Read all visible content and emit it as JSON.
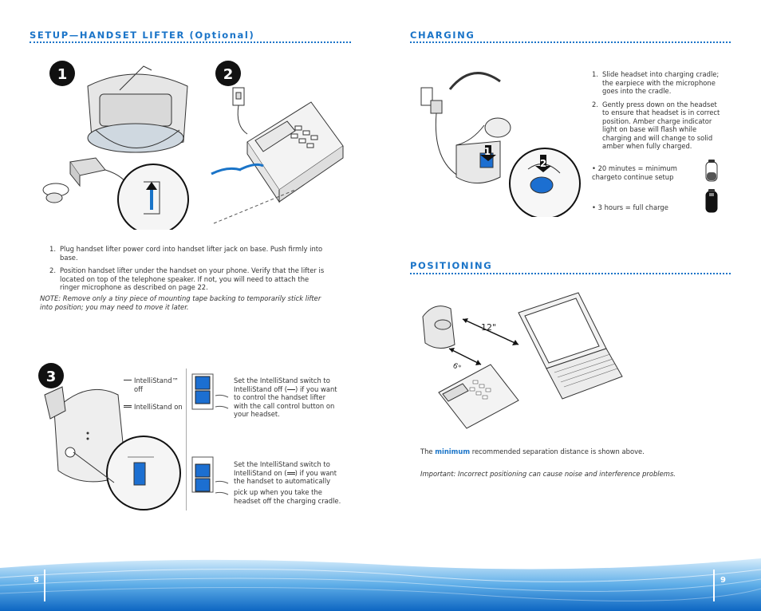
{
  "left": {
    "heading": "SETUP—HANDSET LIFTER (Optional)",
    "badges": [
      "1",
      "2",
      "3"
    ],
    "steps": [
      {
        "num": "1.",
        "text": "Plug handset lifter power cord into handset lifter jack on base. Push firmly into base."
      },
      {
        "num": "2.",
        "text": "Position handset lifter under the handset on your phone. Verify that the lifter is located on top of the telephone speaker. If not, you will need to attach the ringer microphone as described on page 22."
      }
    ],
    "note": "NOTE: Remove only a tiny piece of mounting tape backing to temporarily stick lifter into position; you may need to move it later.",
    "intellistand": {
      "off_label": "IntelliStand™ off",
      "on_label": "IntelliStand on",
      "off_instruction_a": "Set the IntelliStand switch to IntelliStand off (",
      "off_instruction_b": ") if you want to control the handset lifter with the call control button on your headset.",
      "on_instruction_a": "Set the IntelliStand switch to IntelliStand on (",
      "on_instruction_b": ") if you want the handset to automatically",
      "on_instruction_c": "pick up when you take the headset off the charging cradle."
    },
    "page_number": "8"
  },
  "right": {
    "charging_heading": "CHARGING",
    "charging_steps": [
      {
        "num": "1.",
        "text": "Slide headset into charging cradle; the earpiece with the microphone goes into the cradle."
      },
      {
        "num": "2.",
        "text": "Gently press down on the headset to ensure that headset is in correct position. Amber charge indicator light on base will flash while charging and will change to solid amber when fully charged."
      }
    ],
    "bullet_20min": "• 20 minutes = minimum chargeto continue setup",
    "bullet_3hours": "• 3 hours = full charge",
    "positioning_heading": "POSITIONING",
    "distance_12": "12\"",
    "distance_6": "6\"",
    "separation_pre": "The ",
    "separation_strong": "minimum",
    "separation_post": " recommended separation distance is shown above.",
    "important": "Important: Incorrect positioning can cause  noise and interference problems.",
    "page_number": "9"
  },
  "colors": {
    "accent": "#1a74c8",
    "switch_blue": "#1c6fd1"
  }
}
